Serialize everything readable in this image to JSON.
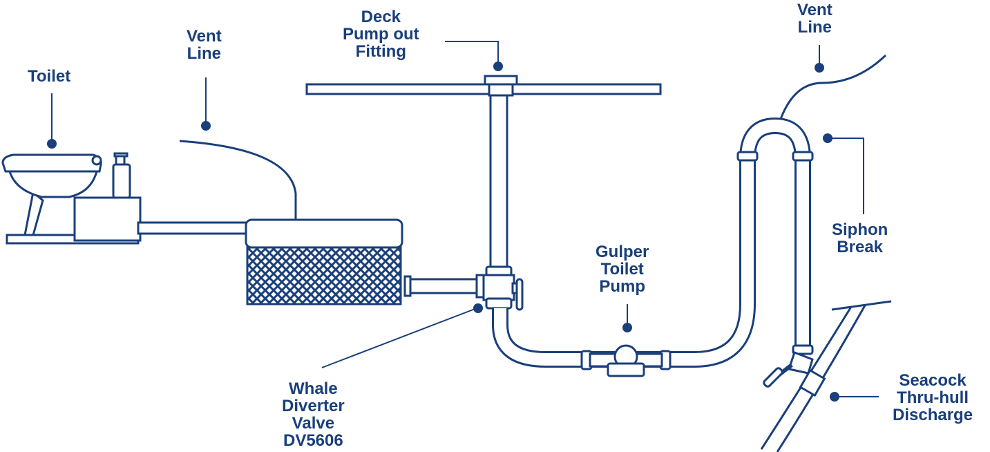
{
  "colors": {
    "ink": "#1a3f7a",
    "background": "#ffffff"
  },
  "labels": {
    "toilet": [
      "Toilet"
    ],
    "vent_left": [
      "Vent",
      "Line"
    ],
    "deck": [
      "Deck",
      "Pump out",
      "Fitting"
    ],
    "vent_right": [
      "Vent",
      "Line"
    ],
    "siphon": [
      "Siphon",
      "Break"
    ],
    "gulper": [
      "Gulper",
      "Toilet",
      "Pump"
    ],
    "diverter": [
      "Whale",
      "Diverter",
      "Valve",
      "DV5606"
    ],
    "seacock": [
      "Seacock",
      "Thru-hull",
      "Discharge"
    ]
  }
}
